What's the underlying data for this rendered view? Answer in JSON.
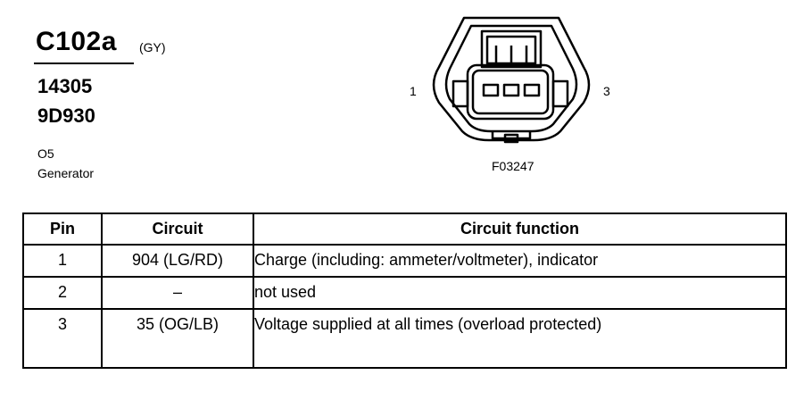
{
  "connector": {
    "id": "C102a",
    "color_code": "(GY)",
    "part_numbers": [
      "14305",
      "9D930"
    ],
    "description": [
      "O5",
      "Generator"
    ]
  },
  "figure": {
    "pin_left_label": "1",
    "pin_right_label": "3",
    "figure_id": "F03247"
  },
  "table": {
    "headers": [
      "Pin",
      "Circuit",
      "Circuit function"
    ],
    "rows": [
      {
        "pin": "1",
        "circuit": "904 (LG/RD)",
        "function": "Charge (including: ammeter/voltmeter), indicator"
      },
      {
        "pin": "2",
        "circuit": "–",
        "function": "not used"
      },
      {
        "pin": "3",
        "circuit": "35 (OG/LB)",
        "function": "Voltage supplied at all times (overload protected)"
      }
    ]
  }
}
